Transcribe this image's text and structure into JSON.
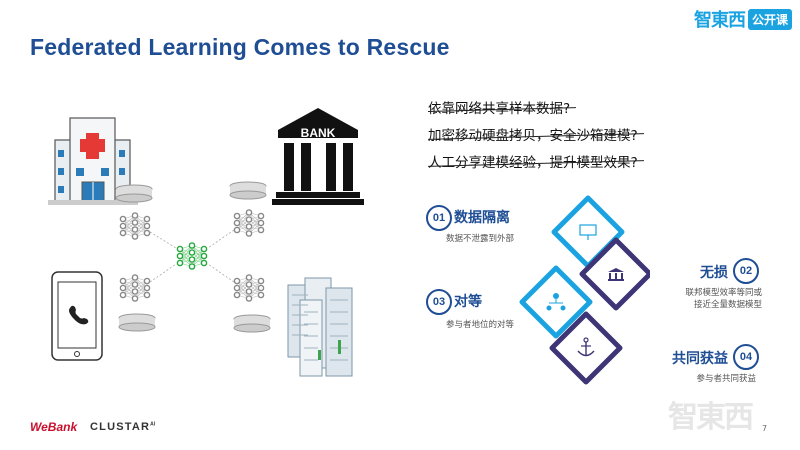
{
  "title": "Federated Learning Comes to Rescue",
  "brand": {
    "logo": "智東西",
    "tag": "公开课"
  },
  "questions": [
    "依靠网络共享样本数据?",
    "加密移动硬盘拷贝，安全沙箱建模?",
    "人工分享建模经验，提升模型效果?"
  ],
  "bank_label": "BANK",
  "points": [
    {
      "num": "01",
      "title": "数据隔离",
      "desc": "数据不泄露到外部"
    },
    {
      "num": "02",
      "title": "无损",
      "desc_line1": "联邦模型效率等同或",
      "desc_line2": "接近全量数据模型"
    },
    {
      "num": "03",
      "title": "对等",
      "desc": "参与者地位的对等"
    },
    {
      "num": "04",
      "title": "共同获益",
      "desc": "参与者共同获益"
    }
  ],
  "footer": {
    "logo1": "WeBank",
    "logo2": "CLUSTAR",
    "logo2_sup": "AI"
  },
  "watermark": "智東西",
  "page_number": "7",
  "colors": {
    "title": "#1f4e95",
    "diamond_light": "#1aa3e0",
    "diamond_dark": "#3d3575",
    "node_green": "#22a83a",
    "node_gray": "#888888",
    "brand": "#1aa3e0"
  }
}
